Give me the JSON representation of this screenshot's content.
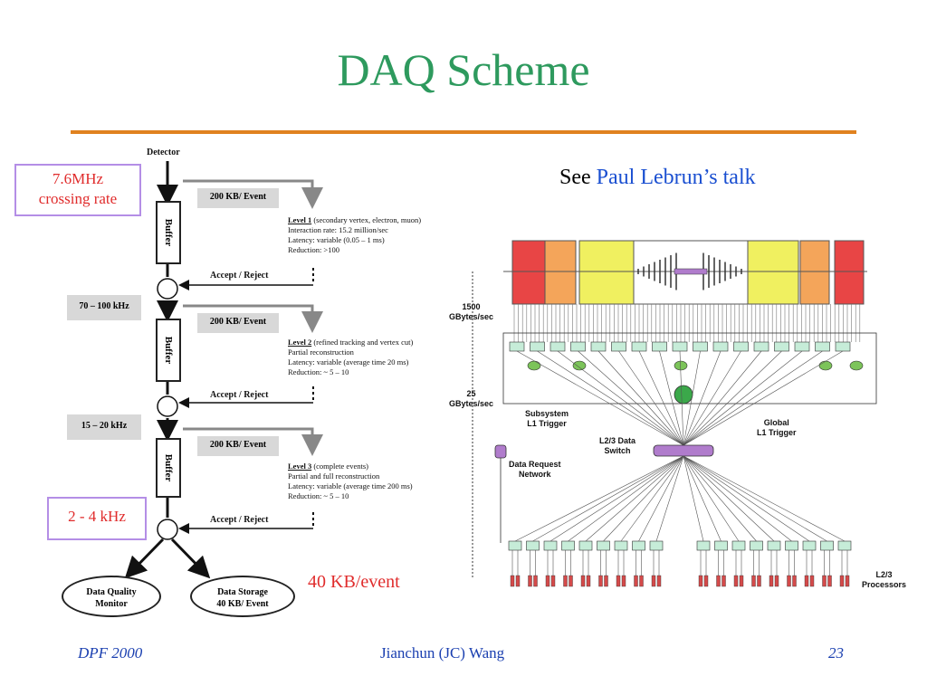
{
  "slide": {
    "title": "DAQ Scheme",
    "footer_left": "DPF 2000",
    "footer_center": "Jianchun (JC) Wang",
    "footer_right": "23"
  },
  "callouts": {
    "crossing_rate": [
      "7.6MHz",
      "crossing rate"
    ],
    "l2_output_rate": "2 - 4 kHz",
    "event_size": "40 KB/event"
  },
  "reference": {
    "prefix": "See ",
    "link": "Paul Lebrun’s talk"
  },
  "flow": {
    "detector": "Detector",
    "buffer_label": "Buffer",
    "event_size_label": "200 KB/ Event",
    "accept_reject": "Accept / Reject",
    "rates": [
      "70 – 100 kHz",
      "15 – 20 kHz"
    ],
    "levels": [
      {
        "name": "Level 1",
        "desc": "(secondary vertex, electron, muon)",
        "lines": [
          "Interaction rate: 15.2 million/sec",
          "Latency: variable (0.05 – 1 ms)",
          "Reduction: >100"
        ]
      },
      {
        "name": "Level 2",
        "desc": "(refined tracking and vertex cut)",
        "lines": [
          "Partial reconstruction",
          "Latency: variable (average time 20 ms)",
          "Reduction: ~ 5 – 10"
        ]
      },
      {
        "name": "Level 3",
        "desc": "(complete events)",
        "lines": [
          "Partial and full reconstruction",
          "Latency: variable (average time 200 ms)",
          "Reduction: ~ 5 – 10"
        ]
      }
    ],
    "outputs": [
      {
        "line1": "Data Quality",
        "line2": "Monitor"
      },
      {
        "line1": "Data Storage",
        "line2": "40 KB/ Event"
      }
    ]
  },
  "network": {
    "bw_top": [
      "1500",
      "GBytes/sec"
    ],
    "bw_mid": [
      "25",
      "GBytes/sec"
    ],
    "subsystem": [
      "Subsystem",
      "L1 Trigger"
    ],
    "global": [
      "Global",
      "L1 Trigger"
    ],
    "switch": [
      "L2/3 Data",
      "Switch"
    ],
    "request": [
      "Data Request",
      "Network"
    ],
    "processors": [
      "L2/3",
      "Processors"
    ],
    "detector_colors": [
      "#e84545",
      "#f4a55a",
      "#f0f060",
      "#ffffff",
      "#f0f060",
      "#f4a55a",
      "#e84545"
    ],
    "accent_switch": "#b07ccc",
    "accent_trigger": "#7cc45a",
    "accent_node": "#c6ecd8"
  }
}
